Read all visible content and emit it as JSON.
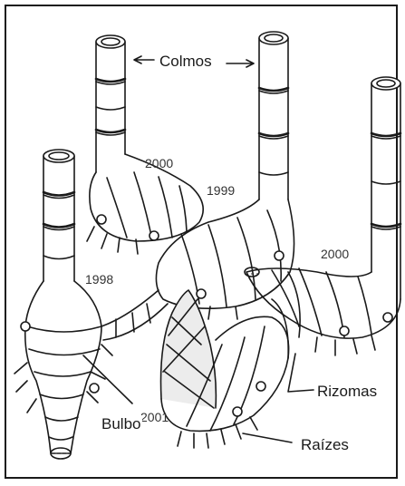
{
  "labels": {
    "culms": "Colmos",
    "rhizomes": "Rizomas",
    "roots": "Raízes",
    "bulb": "Bulbo"
  },
  "years": {
    "stem_left": "1998",
    "stem_mid_left": "2000",
    "stem_mid_right": "1999",
    "stem_right": "2000",
    "new_shoot": "2001"
  },
  "colors": {
    "ink": "#1a1a1a",
    "paper": "#ffffff",
    "shade": "#d8d8d8"
  }
}
